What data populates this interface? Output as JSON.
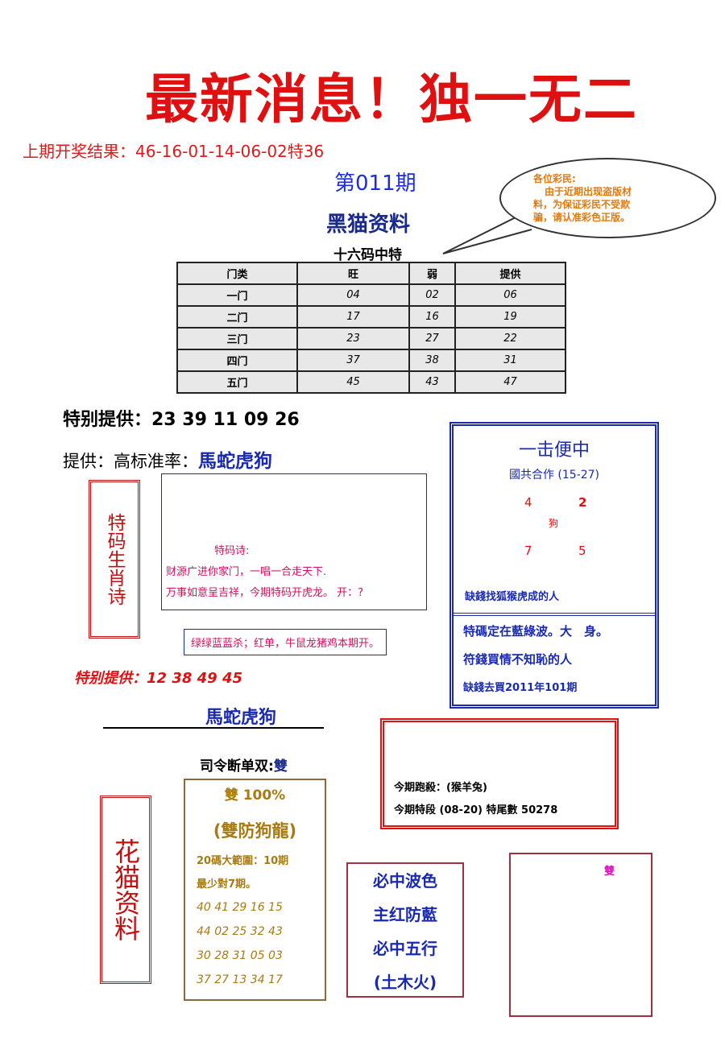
{
  "header": {
    "title": "最新消息！独一无二",
    "last_result": "上期开奖结果：46-16-01-14-06-02特36",
    "issue": "第011期"
  },
  "bubble": {
    "lines": [
      "各位彩民:",
      "由于近期出现盗版材",
      "料，为保证彩民不受欺",
      "骗，请认准彩色正版。"
    ]
  },
  "black_cat": {
    "title": "黑猫资料",
    "subtitle": "十六码中特",
    "headers": [
      "门类",
      "旺",
      "弱",
      "提供"
    ],
    "rows": [
      [
        "一门",
        "04",
        "02",
        "06"
      ],
      [
        "二门",
        "17",
        "16",
        "19"
      ],
      [
        "三门",
        "23",
        "27",
        "22"
      ],
      [
        "四门",
        "37",
        "38",
        "31"
      ],
      [
        "五门",
        "45",
        "43",
        "47"
      ]
    ]
  },
  "special1": "特别提供：23 39 11 09 26",
  "provide": {
    "label": "提供：高标准率：",
    "value": "馬蛇虎狗"
  },
  "poem": {
    "side_title": "特码生肖诗",
    "heading": "特码诗:",
    "line1": "财源广进你家门，一唱一合走天下.",
    "line2": "万事如意呈吉祥，今期特码开虎龙。 开：?"
  },
  "kill": "绿绿蓝蓝杀；红单，牛鼠龙猪鸡本期开。",
  "special2": "特别提供：12 38 49 45",
  "zodiac2": "馬蛇虎狗",
  "blue_box": {
    "title": "一击便中",
    "sub": "國共合作 (15-27)",
    "n1": "4",
    "n2": "2",
    "center": "狗",
    "n3": "7",
    "n4": "5",
    "line1": "缺錢找狐猴虎成的人",
    "line2": "特碼定在藍綠波。大　身。",
    "line3": "符錢買情不知恥的人",
    "line4": "缺錢去買2011年101期"
  },
  "red_box": {
    "line1": "今期跑殺：(猴羊兔)",
    "line2": "今期特段 (08-20) 特尾數 50278"
  },
  "parity": {
    "label": "司令断单双:",
    "value": "雙"
  },
  "brown_box": {
    "line1": "雙 100%",
    "line2": "(雙防狗龍)",
    "line3": "20碼大範圍：10期",
    "line4": "最少對7期。",
    "nums": [
      "40 41 29 16 15",
      "44 02 25 32 43",
      "30 28 31 05 03",
      "37 27 13 34 17"
    ]
  },
  "flower_cat": {
    "title": "花猫资料"
  },
  "wave_box": {
    "lines": [
      "必中波色",
      "主红防藍",
      "必中五行",
      "(土木火)"
    ]
  },
  "empty_box": {
    "mark": "雙"
  }
}
